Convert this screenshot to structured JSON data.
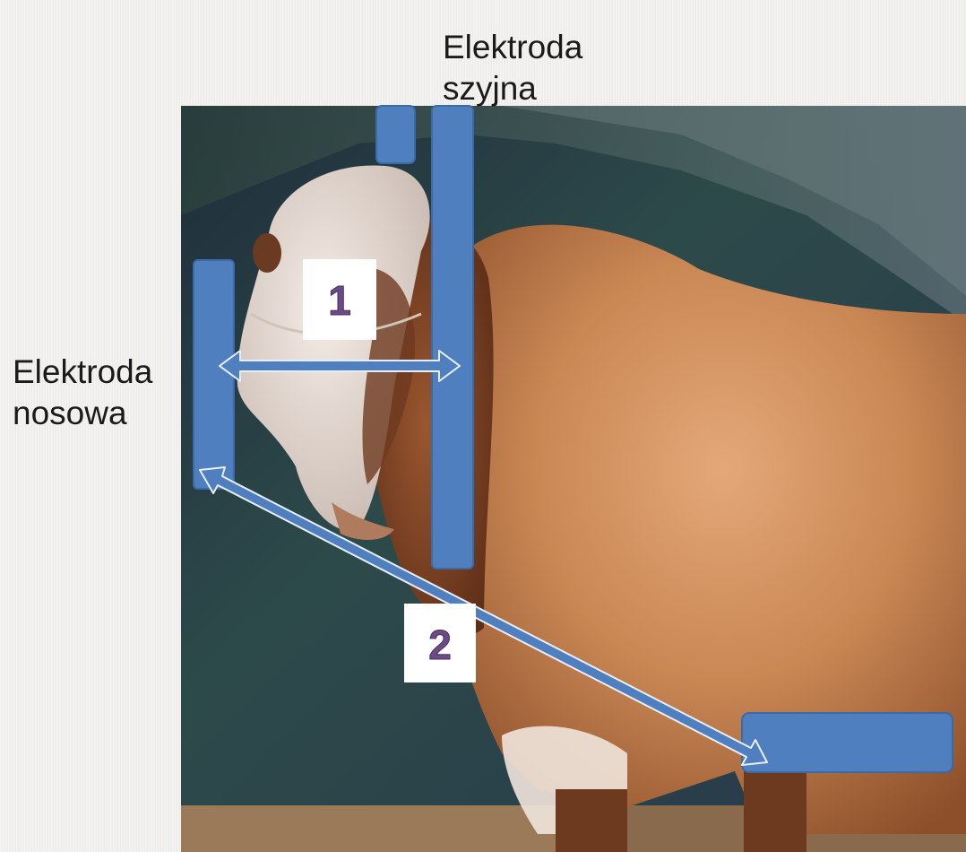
{
  "labels": {
    "neck_electrode": [
      "Elektroda",
      "szyjna"
    ],
    "nose_electrode": [
      "Elektroda",
      "nosowa"
    ]
  },
  "markers": {
    "one": "1",
    "two": "2"
  },
  "colors": {
    "electrode_fill": "#4f7fbf",
    "electrode_stroke": "#3a6aa8",
    "marker_text": "#6b4a86",
    "background": "#f1efec"
  },
  "photo": {
    "subject": "bull-photo"
  }
}
